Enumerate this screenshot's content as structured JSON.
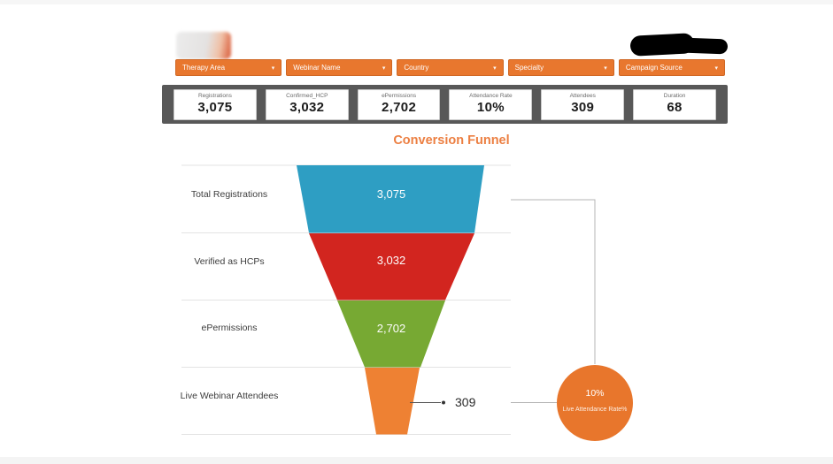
{
  "header": {
    "logo": "blurred-company-logo",
    "redaction": "blacked-out-account-name"
  },
  "filters": [
    {
      "label": "Therapy Area"
    },
    {
      "label": "Webinar Name"
    },
    {
      "label": "Country"
    },
    {
      "label": "Specialty"
    },
    {
      "label": "Campaign Source"
    }
  ],
  "filter_caret": "▾",
  "kpis": [
    {
      "label": "Registrations",
      "value": "3,075"
    },
    {
      "label": "Confirmed_HCP",
      "value": "3,032"
    },
    {
      "label": "ePermissions",
      "value": "2,702"
    },
    {
      "label": "Attendance Rate",
      "value": "10%"
    },
    {
      "label": "Attendees",
      "value": "309"
    },
    {
      "label": "Duration",
      "value": "68"
    }
  ],
  "chart": {
    "title": "Conversion Funnel",
    "stages": [
      {
        "label": "Total Registrations",
        "value_display": "3,075",
        "color": "#2E9EC3"
      },
      {
        "label": "Verified as HCPs",
        "value_display": "3,032",
        "color": "#D2251F"
      },
      {
        "label": "ePermissions",
        "value_display": "2,702",
        "color": "#77A933"
      },
      {
        "label": "Live Webinar Attendees",
        "value_display": "309",
        "color": "#EE8133"
      }
    ],
    "callout": {
      "value": "10%",
      "caption": "Live Attendance Rate%",
      "color": "#E8762C"
    }
  },
  "chart_data": {
    "type": "funnel",
    "title": "Conversion Funnel",
    "stages": [
      {
        "label": "Total Registrations",
        "value": 3075,
        "color": "#2E9EC3"
      },
      {
        "label": "Verified as HCPs",
        "value": 3032,
        "color": "#D2251F"
      },
      {
        "label": "ePermissions",
        "value": 2702,
        "color": "#77A933"
      },
      {
        "label": "Live Webinar Attendees",
        "value": 309,
        "color": "#EE8133"
      }
    ],
    "annotations": [
      {
        "text": "309",
        "attached_to": "Live Webinar Attendees"
      },
      {
        "text": "10% Live Attendance Rate%",
        "shape": "circle",
        "color": "#E8762C"
      }
    ],
    "legend": false,
    "grid": "horizontal-dividers"
  },
  "colors": {
    "accent_orange": "#E8772E",
    "kpi_bar_gray": "#585858",
    "gridline": "#e3e3e3",
    "connector": "#b5b5b5"
  }
}
